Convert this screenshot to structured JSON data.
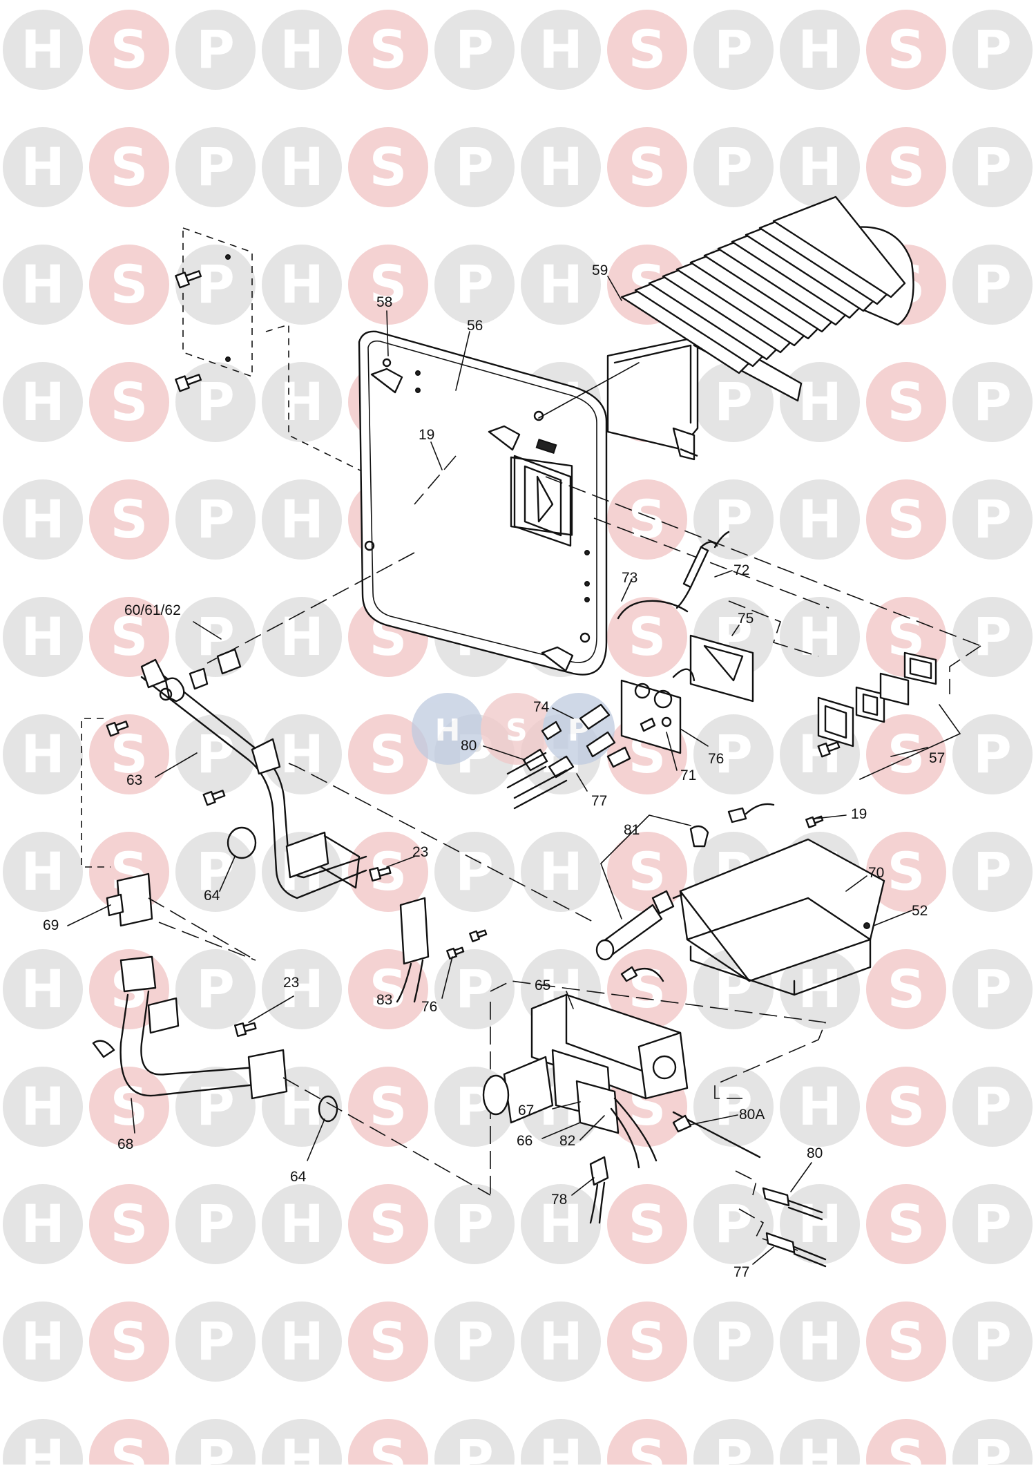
{
  "watermark": {
    "letters": [
      "H",
      "S",
      "P"
    ],
    "colors": {
      "H": "#e4e4e4",
      "S": "#f4d2d2",
      "P": "#e4e4e4",
      "letter": "#ffffff"
    }
  },
  "center_logo": {
    "letters": [
      "H",
      "S",
      "P"
    ],
    "colors": {
      "H": "#bfcbe0",
      "S": "#f0c8c8",
      "P": "#bfcbe0"
    }
  },
  "labels": [
    {
      "id": "59",
      "text": "59"
    },
    {
      "id": "58",
      "text": "58"
    },
    {
      "id": "56",
      "text": "56"
    },
    {
      "id": "19a",
      "text": "19"
    },
    {
      "id": "72",
      "text": "72"
    },
    {
      "id": "73",
      "text": "73"
    },
    {
      "id": "60-61-62",
      "text": "60/61/62"
    },
    {
      "id": "75",
      "text": "75"
    },
    {
      "id": "74",
      "text": "74"
    },
    {
      "id": "80a",
      "text": "80"
    },
    {
      "id": "76a",
      "text": "76"
    },
    {
      "id": "71",
      "text": "71"
    },
    {
      "id": "57",
      "text": "57"
    },
    {
      "id": "63",
      "text": "63"
    },
    {
      "id": "77a",
      "text": "77"
    },
    {
      "id": "81",
      "text": "81"
    },
    {
      "id": "19b",
      "text": "19"
    },
    {
      "id": "23a",
      "text": "23"
    },
    {
      "id": "70",
      "text": "70"
    },
    {
      "id": "64a",
      "text": "64"
    },
    {
      "id": "69",
      "text": "69"
    },
    {
      "id": "52",
      "text": "52"
    },
    {
      "id": "65",
      "text": "65"
    },
    {
      "id": "23b",
      "text": "23"
    },
    {
      "id": "83",
      "text": "83"
    },
    {
      "id": "76b",
      "text": "76"
    },
    {
      "id": "67",
      "text": "67"
    },
    {
      "id": "80A",
      "text": "80A"
    },
    {
      "id": "68",
      "text": "68"
    },
    {
      "id": "66",
      "text": "66"
    },
    {
      "id": "82",
      "text": "82"
    },
    {
      "id": "80b",
      "text": "80"
    },
    {
      "id": "64b",
      "text": "64"
    },
    {
      "id": "78",
      "text": "78"
    },
    {
      "id": "77b",
      "text": "77"
    }
  ]
}
